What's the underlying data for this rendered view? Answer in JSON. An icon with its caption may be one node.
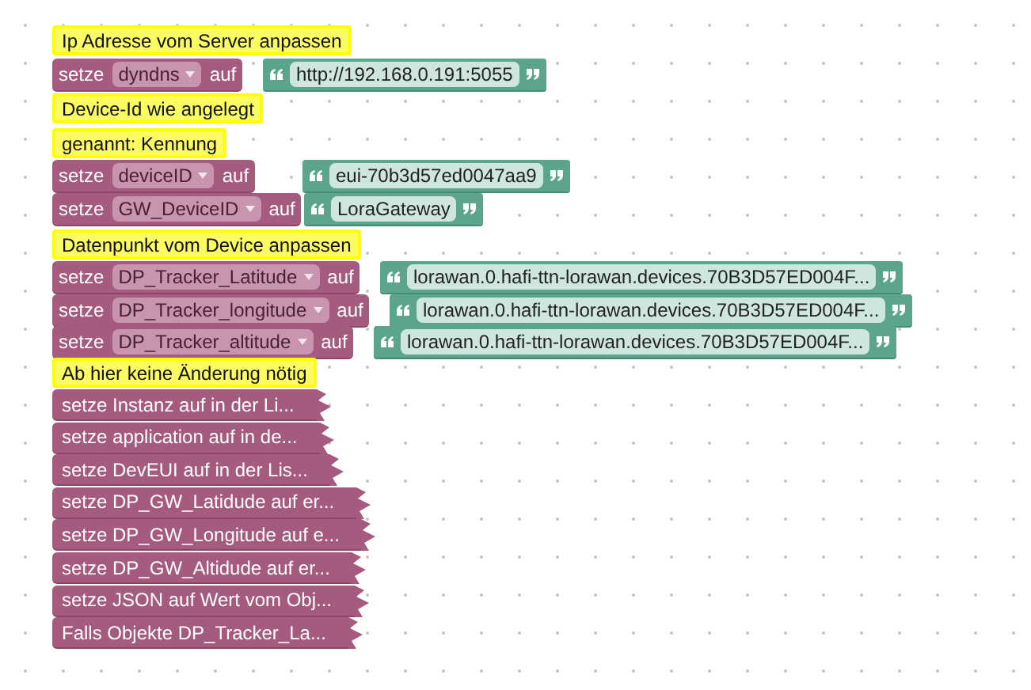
{
  "diagram": {
    "nodes": [
      {
        "text": [
          "Ip Adresse vom Server anpassen"
        ]
      },
      {
        "text": [
          "setze",
          "dyndns",
          "auf"
        ]
      },
      {
        "text": [
          "http://192.168.0.191:5055"
        ]
      },
      {
        "text": [
          "Device-Id wie angelegt"
        ]
      },
      {
        "text": [
          "genannt: Kennung"
        ]
      },
      {
        "text": [
          "setze",
          "deviceID",
          "auf"
        ]
      },
      {
        "text": [
          "eui-70b3d57ed0047aa9"
        ]
      },
      {
        "text": [
          "setze",
          "GW_DeviceID",
          "auf"
        ]
      },
      {
        "text": [
          "LoraGateway"
        ]
      },
      {
        "text": [
          "Datenpunkt vom Device anpassen"
        ]
      },
      {
        "text": [
          "setze",
          "DP_Tracker_Latitude",
          "auf"
        ]
      },
      {
        "text": [
          "lorawan.0.hafi-ttn-lorawan.devices.70B3D57ED004F..."
        ]
      },
      {
        "text": [
          "setze",
          "DP_Tracker_longitude",
          "auf"
        ]
      },
      {
        "text": [
          "lorawan.0.hafi-ttn-lorawan.devices.70B3D57ED004F..."
        ]
      },
      {
        "text": [
          "setze",
          "DP_Tracker_altitude",
          "auf"
        ]
      },
      {
        "text": [
          "lorawan.0.hafi-ttn-lorawan.devices.70B3D57ED004F..."
        ]
      },
      {
        "text": [
          "Ab hier keine Änderung nötig"
        ]
      },
      {
        "text": [
          "setze Instanz auf in der Li..."
        ]
      },
      {
        "text": [
          "setze application auf in de..."
        ]
      },
      {
        "text": [
          "setze DevEUI auf in der Lis..."
        ]
      },
      {
        "text": [
          "setze DP_GW_Latidude auf er..."
        ]
      },
      {
        "text": [
          "setze DP_GW_Longitude auf e..."
        ]
      },
      {
        "text": [
          "setze DP_GW_Altidude auf er..."
        ]
      },
      {
        "text": [
          "setze JSON auf Wert vom Obj..."
        ]
      },
      {
        "text": [
          "Falls Objekte DP_Tracker_La..."
        ]
      }
    ]
  }
}
